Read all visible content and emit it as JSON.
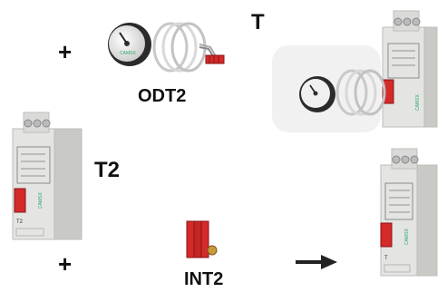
{
  "labels": {
    "plus_top": "+",
    "plus_bottom": "+",
    "t_label": "T",
    "t2_label": "T2",
    "odt2_label": "ODT2",
    "int2_label": "INT2"
  },
  "device": {
    "logo_text": "CAMSX",
    "model_code_t": "T",
    "model_code_t2": "T2"
  },
  "colors": {
    "housing": "#e8e8e6",
    "housing_shade": "#c9c9c6",
    "red_switch": "#d42a2a",
    "logo_green": "#2aa86a",
    "arrow": "#222222"
  }
}
